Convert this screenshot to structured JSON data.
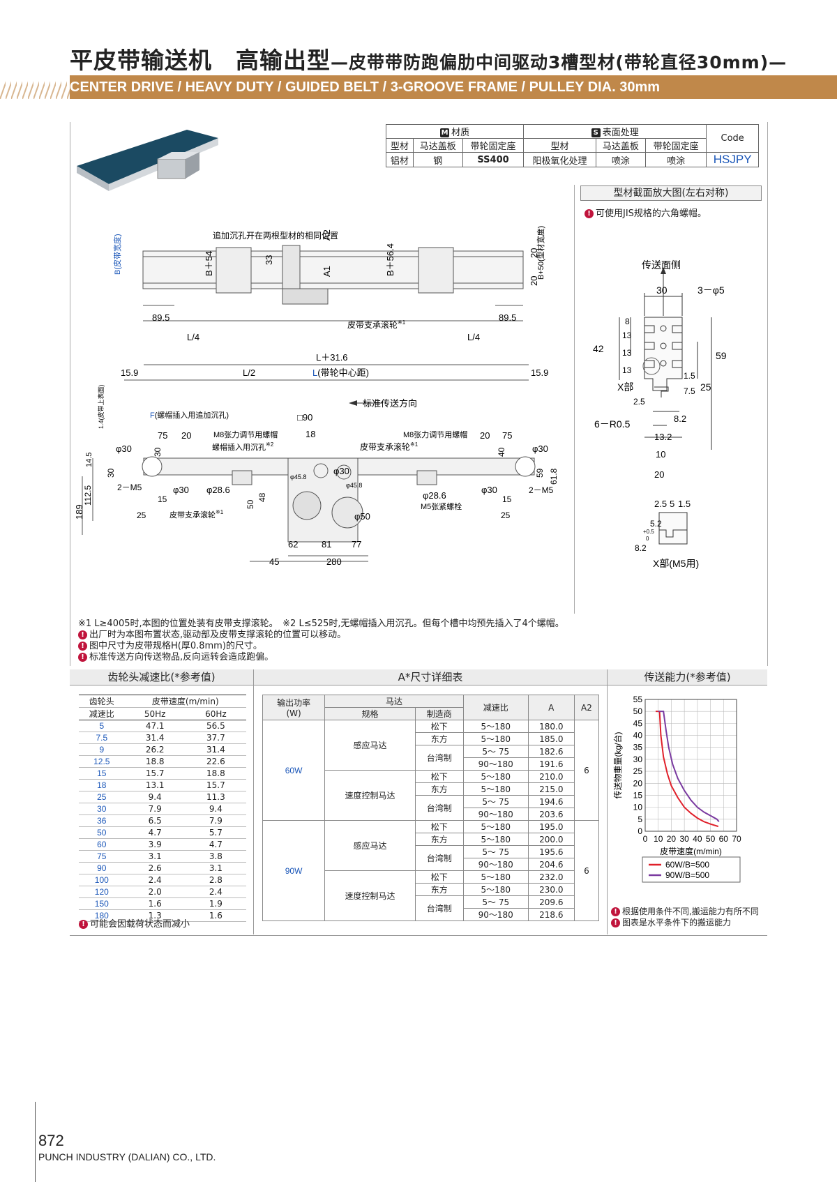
{
  "header": {
    "title_main": "平皮带输送机　高输出型",
    "title_sub": "—皮带带防跑偏肋中间驱动3槽型材(带轮直径30mm)—",
    "banner": "CENTER DRIVE / HEAVY DUTY / GUIDED BELT / 3-GROOVE FRAME / PULLEY DIA. 30mm"
  },
  "spec_table": {
    "material_badge": "M",
    "material_head": "材质",
    "surface_badge": "S",
    "surface_head": "表面处理",
    "code_head": "Code",
    "cols": [
      "型材",
      "马达盖板",
      "带轮固定座",
      "型材",
      "马达盖板",
      "带轮固定座"
    ],
    "vals": [
      "铝材",
      "钢",
      "SS400",
      "阳极氧化处理",
      "喷涂",
      "喷涂"
    ],
    "code": "HSJPY"
  },
  "section_view": {
    "title": "型材截面放大图(左右对称)",
    "note": "可使用JIS规格的六角螺帽。",
    "labels": {
      "face": "传送面侧",
      "w30": "30",
      "holes": "3－φ5",
      "h42": "42",
      "h59": "59",
      "d8": "8",
      "d13a": "13",
      "d13b": "13",
      "d13c": "13",
      "d25": "25",
      "d15": "1.5",
      "d75": "7.5",
      "d25b": "2.5",
      "d82": "8.2",
      "r05": "6－R0.5",
      "x": "X部",
      "d132": "13.2",
      "d10": "10",
      "d20": "20"
    },
    "detail": {
      "a": "2.5",
      "b": "5",
      "c": "1.5",
      "d": "5.2",
      "e": "8.2",
      "tol": "+0.5",
      "tol0": "0",
      "label": "X部(M5用)"
    }
  },
  "drawing_top": {
    "note_hole": "追加沉孔开在两根型材的相同位置",
    "a2": "A2",
    "a1": "A1",
    "b": "B(皮带宽度)",
    "b54": "B＋54",
    "b564": "B＋56.4",
    "b50": "B+50(型材宽度)",
    "d33": "33",
    "d20a": "20",
    "d20b": "20",
    "d895a": "89.5",
    "d895b": "89.5",
    "l4a": "L/4",
    "l4b": "L/4",
    "roller": "皮带支承滚轮",
    "star1": "※1"
  },
  "drawing_front": {
    "l316": "L＋31.6",
    "l2": "L/2",
    "l": "L",
    "l_note": "(带轮中心距)",
    "d159a": "15.9",
    "d159b": "15.9",
    "direction": "标准传送方向",
    "f": "F",
    "f_note": "(螺帽插入用追加沉孔)",
    "sq90": "□90",
    "d18": "18",
    "m8a": "M8张力调节用螺帽",
    "m8b": "M8张力调节用螺帽",
    "nut_hole": "螺帽插入用沉孔",
    "star2": "※2",
    "roller": "皮带支承滚轮",
    "d75a": "75",
    "d20a": "20",
    "d20b": "20",
    "d75b": "75",
    "phi30a": "φ30",
    "phi30b": "φ30",
    "phi30c": "φ30",
    "phi30d": "φ30",
    "phi30e": "φ30",
    "d30a": "30",
    "d30b": "30",
    "d40": "40",
    "d59": "59",
    "d618": "61.8",
    "d145": "14.5",
    "d14": "1.4(皮带上表面)",
    "d1125": "112.5",
    "d189": "189",
    "m5a": "2－M5",
    "m5b": "2－M5",
    "d15a": "15",
    "d15b": "15",
    "phi286a": "φ28.6",
    "phi286b": "φ28.6",
    "phi458a": "φ45.8",
    "phi458b": "φ45.8",
    "d48": "48",
    "d50": "50",
    "phi50": "φ50",
    "m5tension": "M5张紧螺栓",
    "d25a": "25",
    "d25b": "25",
    "roller2": "皮带支承滚轮",
    "d62": "62",
    "d81": "81",
    "d77": "77",
    "d45": "45",
    "d280": "280"
  },
  "notes": [
    "※1 L≥4005时,本图的位置处装有皮带支撑滚轮。　※2 L≤525时,无螺帽插入用沉孔。但每个槽中均预先插入了4个螺帽。",
    "出厂时为本图布置状态,驱动部及皮带支撑滚轮的位置可以移动。",
    "图中尺寸为皮带规格H(厚0.8mm)的尺寸。",
    "标准传送方向传送物品,反向运转会造成跑偏。"
  ],
  "ratio_section": {
    "title": "齿轮头减速比(*参考值)",
    "h1": "齿轮头",
    "h1b": "减速比",
    "h2": "皮带速度(m/min)",
    "hz50": "50Hz",
    "hz60": "60Hz",
    "rows": [
      [
        "5",
        "47.1",
        "56.5"
      ],
      [
        "7.5",
        "31.4",
        "37.7"
      ],
      [
        "9",
        "26.2",
        "31.4"
      ],
      [
        "12.5",
        "18.8",
        "22.6"
      ],
      [
        "15",
        "15.7",
        "18.8"
      ],
      [
        "18",
        "13.1",
        "15.7"
      ],
      [
        "25",
        "9.4",
        "11.3"
      ],
      [
        "30",
        "7.9",
        "9.4"
      ],
      [
        "36",
        "6.5",
        "7.9"
      ],
      [
        "50",
        "4.7",
        "5.7"
      ],
      [
        "60",
        "3.9",
        "4.7"
      ],
      [
        "75",
        "3.1",
        "3.8"
      ],
      [
        "90",
        "2.6",
        "3.1"
      ],
      [
        "100",
        "2.4",
        "2.8"
      ],
      [
        "120",
        "2.0",
        "2.4"
      ],
      [
        "150",
        "1.6",
        "1.9"
      ],
      [
        "180",
        "1.3",
        "1.6"
      ]
    ],
    "note": "可能会因载荷状态而减小"
  },
  "adim_section": {
    "title": "A*尺寸详细表",
    "h_power": "输出功率",
    "h_power2": "(W)",
    "h_motor": "马达",
    "h_type": "规格",
    "h_maker": "制造商",
    "h_ratio": "减速比",
    "h_a": "A",
    "h_a2": "A2",
    "groups": [
      {
        "power": "60W",
        "a2": "6",
        "types": [
          {
            "type": "感应马达",
            "rows": [
              [
                "松下",
                "5～180",
                "180.0"
              ],
              [
                "东方",
                "5～180",
                "185.0"
              ],
              [
                "台湾制",
                "5～ 75",
                "182.6"
              ],
              [
                "",
                "90～180",
                "191.6"
              ]
            ]
          },
          {
            "type": "速度控制马达",
            "rows": [
              [
                "松下",
                "5～180",
                "210.0"
              ],
              [
                "东方",
                "5～180",
                "215.0"
              ],
              [
                "台湾制",
                "5～ 75",
                "194.6"
              ],
              [
                "",
                "90～180",
                "203.6"
              ]
            ]
          }
        ]
      },
      {
        "power": "90W",
        "a2": "6",
        "types": [
          {
            "type": "感应马达",
            "rows": [
              [
                "松下",
                "5～180",
                "195.0"
              ],
              [
                "东方",
                "5～180",
                "200.0"
              ],
              [
                "台湾制",
                "5～ 75",
                "195.6"
              ],
              [
                "",
                "90～180",
                "204.6"
              ]
            ]
          },
          {
            "type": "速度控制马达",
            "rows": [
              [
                "松下",
                "5～180",
                "232.0"
              ],
              [
                "东方",
                "5～180",
                "230.0"
              ],
              [
                "台湾制",
                "5～ 75",
                "209.6"
              ],
              [
                "",
                "90～180",
                "218.6"
              ]
            ]
          }
        ]
      }
    ]
  },
  "capacity_section": {
    "title": "传送能力(*参考值)",
    "notes": [
      "根据使用条件不同,搬运能力有所不同",
      "图表是水平条件下的搬运能力"
    ]
  },
  "chart_data": {
    "type": "line",
    "title": "",
    "xlabel": "皮带速度(m/min)",
    "ylabel": "传送物重量(kg/台)",
    "xlim": [
      0,
      70
    ],
    "ylim": [
      0,
      55
    ],
    "xticks": [
      0,
      10,
      20,
      30,
      40,
      50,
      60,
      70
    ],
    "yticks": [
      0,
      5,
      10,
      15,
      20,
      25,
      30,
      35,
      40,
      45,
      50,
      55
    ],
    "grid": true,
    "legend_position": "bottom",
    "series": [
      {
        "name": "60W/B=500",
        "color": "#e0202a",
        "x": [
          8,
          11,
          12,
          14,
          17,
          20,
          25,
          30,
          35,
          40,
          45,
          50,
          56
        ],
        "y": [
          50,
          50,
          40,
          31,
          24,
          19,
          14,
          10,
          7.5,
          5.5,
          4,
          3,
          2
        ]
      },
      {
        "name": "90W/B=500",
        "color": "#7a3aa0",
        "x": [
          10,
          14,
          16,
          18,
          21,
          25,
          30,
          35,
          40,
          45,
          50,
          55,
          56.5
        ],
        "y": [
          50,
          50,
          42,
          35,
          28,
          22,
          17,
          13,
          10,
          8,
          6.5,
          5,
          4
        ]
      }
    ]
  },
  "footer": {
    "page": "872",
    "company": "PUNCH INDUSTRY (DALIAN) CO., LTD."
  },
  "colors": {
    "banner": "#c0884a",
    "accent_blue": "#1a56b8",
    "icon_red": "#c0143c"
  }
}
